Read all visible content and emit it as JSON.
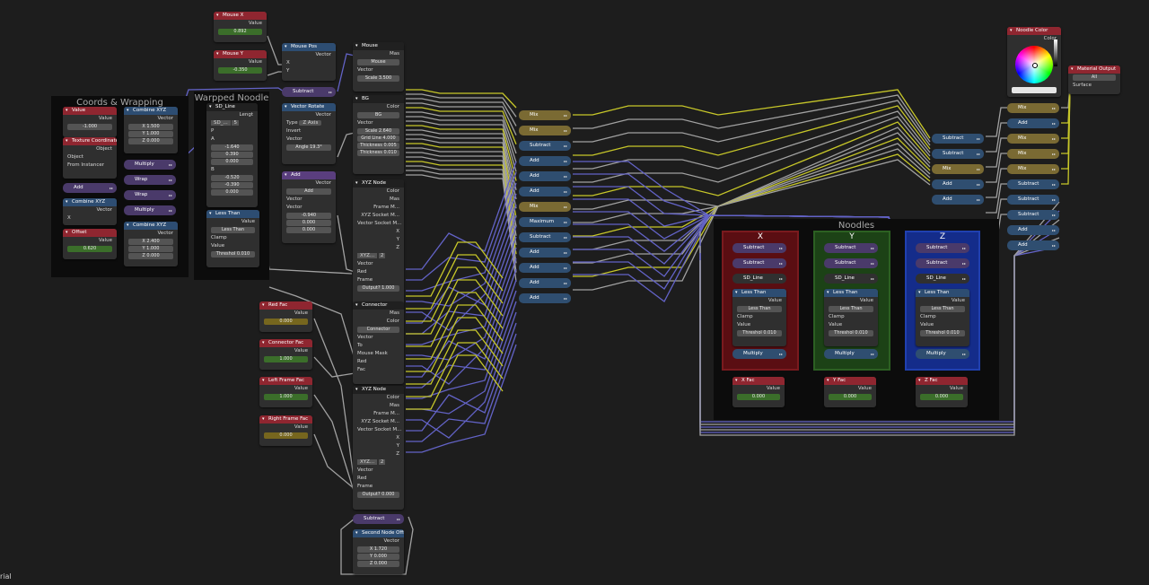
{
  "colors": {
    "bg": "#1d1d1d",
    "wire_grey": "#a1a1a1",
    "wire_purple": "#6363c7",
    "wire_yellow": "#c7c729",
    "red_group": "#5a0e12",
    "green_group": "#1c4216",
    "blue_group": "#142c8a"
  },
  "frames": {
    "coords": "Coords & Wrapping",
    "warpped": "Warpped Noodle",
    "noodles": "Noodles"
  },
  "footer": {
    "text": "rial"
  },
  "nodes": {
    "mouse_x": {
      "title": "Mouse X",
      "out": "Value",
      "value": "0.892"
    },
    "mouse_y": {
      "title": "Mouse Y",
      "out": "Value",
      "value": "-0.350"
    },
    "mouse_pos": {
      "title": "Mouse Pos",
      "out": "Vector",
      "x": "X",
      "y": "Y"
    },
    "subtract_top": {
      "title": "Subtract"
    },
    "vector_rotate": {
      "title": "Vector Rotate",
      "out": "Vector",
      "type_label": "Type",
      "type_value": "Z Axis",
      "invert": "Invert",
      "vector": "Vector",
      "angle_label": "Angle",
      "angle_value": "19.3°"
    },
    "add_mid": {
      "title": "Add",
      "out": "Vector",
      "mode": "Add",
      "vector": "Vector",
      "vector2": "Vector",
      "v1": "-0.940",
      "v2": "0.000",
      "v3": "0.000"
    },
    "mouse_grp": {
      "title": "Mouse",
      "out": "Mas",
      "sel": "Mouse",
      "vector": "Vector",
      "scale_label": "Scale",
      "scale_value": "3.500"
    },
    "bg_grp": {
      "title": "BG",
      "out": "Color",
      "sel": "BG",
      "vector": "Vector",
      "scale_label": "Scale",
      "scale_value": "2.640",
      "grid_label": "Grid Line",
      "grid_value": "4.000",
      "th1_label": "Thickness",
      "th1_value": "0.005",
      "th2_label": "Thickness",
      "th2_value": "0.010"
    },
    "xyz_node1": {
      "title": "XYZ Node",
      "rows": [
        "Color",
        "Mas",
        "Frame M...",
        "XYZ Socket M...",
        "Vector Socket M...",
        "X",
        "Y",
        "Z"
      ],
      "sel": "XYZ...",
      "num": "2",
      "ins": [
        "Vector",
        "Red",
        "Frame"
      ],
      "outlabel": "Output?",
      "outvalue": "1.000"
    },
    "connector": {
      "title": "Connector",
      "rows": [
        "Mas",
        "Color"
      ],
      "sel": "Connector",
      "ins": [
        "Vector",
        "To",
        "Mouse Mask",
        "Red",
        "Fac"
      ]
    },
    "xyz_node2": {
      "title": "XYZ Node",
      "rows": [
        "Color",
        "Mas",
        "Frame M...",
        "XYZ Socket M...",
        "Vector Socket M...",
        "X",
        "Y",
        "Z"
      ],
      "sel": "XYZ...",
      "num": "2",
      "ins": [
        "Vector",
        "Red",
        "Frame"
      ],
      "outlabel": "Output?",
      "outvalue": "0.000"
    },
    "subtract_bottom": {
      "title": "Subtract"
    },
    "second_offset": {
      "title": "Second Node Offset",
      "out": "Vector",
      "x_label": "X",
      "x_value": "1.720",
      "y_label": "Y",
      "y_value": "0.000",
      "z_label": "Z",
      "z_value": "0.000"
    },
    "red_fac": {
      "title": "Red Fac",
      "out": "Value",
      "value": "0.000"
    },
    "connector_fac": {
      "title": "Connector Fac",
      "out": "Value",
      "value": "1.000"
    },
    "left_frame_fac": {
      "title": "Left Frame Fac",
      "out": "Value",
      "value": "1.000"
    },
    "right_frame_fac": {
      "title": "Right Frame Fac",
      "out": "Value",
      "value": "0.000"
    },
    "value_node": {
      "title": "Value",
      "out": "Value",
      "value": "-1.000"
    },
    "tex_coord": {
      "title": "Texture Coordinate",
      "out": "Object",
      "obj_label": "Object",
      "from_inst": "From Instancer"
    },
    "combine_xyz1": {
      "title": "Combine XYZ",
      "out": "Vector",
      "x_label": "X",
      "x_value": "1.500",
      "y_label": "Y",
      "y_value": "1.000",
      "z_label": "Z",
      "z_value": "0.000"
    },
    "multiply1": {
      "title": "Multiply"
    },
    "wrap1": {
      "title": "Wrap"
    },
    "wrap2": {
      "title": "Wrap"
    },
    "multiply2": {
      "title": "Multiply"
    },
    "add_left": {
      "title": "Add"
    },
    "combine_xyz2": {
      "title": "Combine XYZ",
      "out": "Vector",
      "x": "X"
    },
    "offset": {
      "title": "Offset",
      "out": "Value",
      "value": "0.620"
    },
    "combine_xyz3": {
      "title": "Combine XYZ",
      "out": "Vector",
      "x_label": "X",
      "x_value": "2.400",
      "y_label": "Y",
      "y_value": "1.000",
      "z_label": "Z",
      "z_value": "0.000"
    },
    "sd_line": {
      "title": "SD_Line",
      "out": "Lengt",
      "sel": "SD_...",
      "num": "5",
      "p": "P",
      "a": "A",
      "a1": "-1.640",
      "a2": "0.390",
      "a3": "0.000",
      "b": "B",
      "b1": "-0.520",
      "b2": "-0.390",
      "b3": "0.000"
    },
    "less_than_w": {
      "title": "Less Than",
      "out": "Value",
      "mode": "Less Than",
      "clamp": "Clamp",
      "value": "Value",
      "thr_label": "Threshol",
      "thr_value": "0.010"
    },
    "noodle_color": {
      "title": "Noodle Color",
      "out": "Color"
    },
    "material_output": {
      "title": "Material Output",
      "sel": "All",
      "surface": "Surface"
    }
  },
  "pills_col1": [
    "Mix",
    "Mix",
    "Subtract",
    "Add",
    "Add",
    "Add",
    "Mix",
    "Maximum",
    "Subtract",
    "Add",
    "Add",
    "Add",
    "Add"
  ],
  "pills_col2": [
    "Subtract",
    "Subtract",
    "Mix",
    "Add",
    "Add"
  ],
  "pills_col3": [
    "Mix",
    "Add",
    "Mix",
    "Mix",
    "Mix",
    "Subtract",
    "Subtract",
    "Subtract",
    "Add",
    "Add"
  ],
  "groups": [
    {
      "label": "X",
      "sub1": "Subtract",
      "sub2": "Subtract",
      "sd": "SD_Line",
      "lt": "Less Than",
      "lt_out": "Value",
      "lt_mode": "Less Than",
      "clamp": "Clamp",
      "value": "Value",
      "thr_label": "Threshol",
      "thr_value": "0.010",
      "mul": "Multiply",
      "fac": "X Fac",
      "fac_out": "Value",
      "fac_value": "0.000"
    },
    {
      "label": "Y",
      "sub1": "Subtract",
      "sub2": "Subtract",
      "sd": "SD_Line",
      "lt": "Less Than",
      "lt_out": "Value",
      "lt_mode": "Less Than",
      "clamp": "Clamp",
      "value": "Value",
      "thr_label": "Threshol",
      "thr_value": "0.010",
      "mul": "Multiply",
      "fac": "Y Fac",
      "fac_out": "Value",
      "fac_value": "0.000"
    },
    {
      "label": "Z",
      "sub1": "Subtract",
      "sub2": "Subtract",
      "sd": "SD_Line",
      "lt": "Less Than",
      "lt_out": "Value",
      "lt_mode": "Less Than",
      "clamp": "Clamp",
      "value": "Value",
      "thr_label": "Threshol",
      "thr_value": "0.010",
      "mul": "Multiply",
      "fac": "Z Fac",
      "fac_out": "Value",
      "fac_value": "0.000"
    }
  ]
}
